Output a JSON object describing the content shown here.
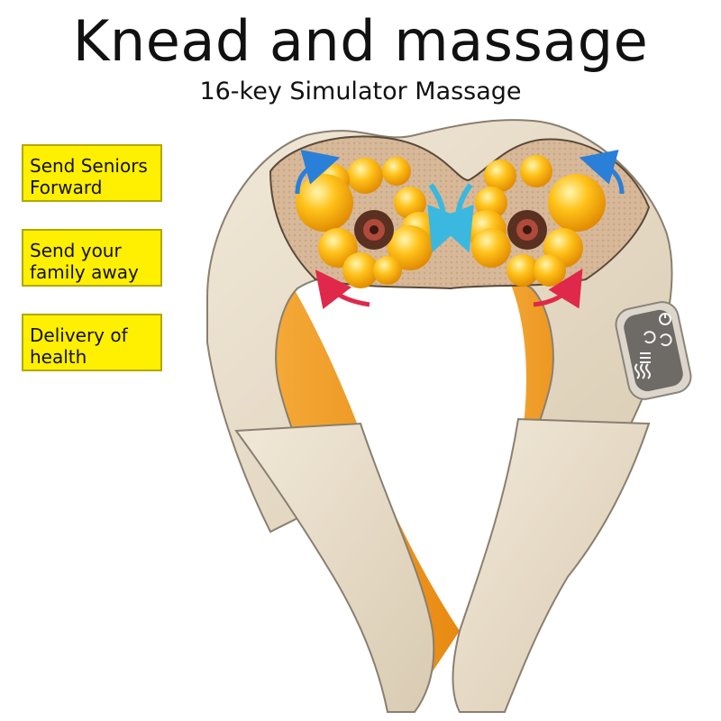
{
  "header": {
    "title": "Knead and massage",
    "subtitle": "16-key Simulator Massage"
  },
  "tags": [
    {
      "line1": "Send Seniors",
      "line2": "Forward"
    },
    {
      "line1": "Send your",
      "line2": "family away"
    },
    {
      "line1": "Delivery of",
      "line2": "health"
    }
  ],
  "colors": {
    "tag_background": "#ffef00",
    "cushion": "#e8dcc8",
    "accent_orange": "#f39a1e",
    "massage_nodes": "#ffb400",
    "arrow_blue": "#2a7fd9",
    "arrow_red": "#e0284a"
  },
  "controls": {
    "buttons": [
      "power-icon",
      "cycle-icon",
      "mode-icon",
      "heat-icon"
    ]
  }
}
